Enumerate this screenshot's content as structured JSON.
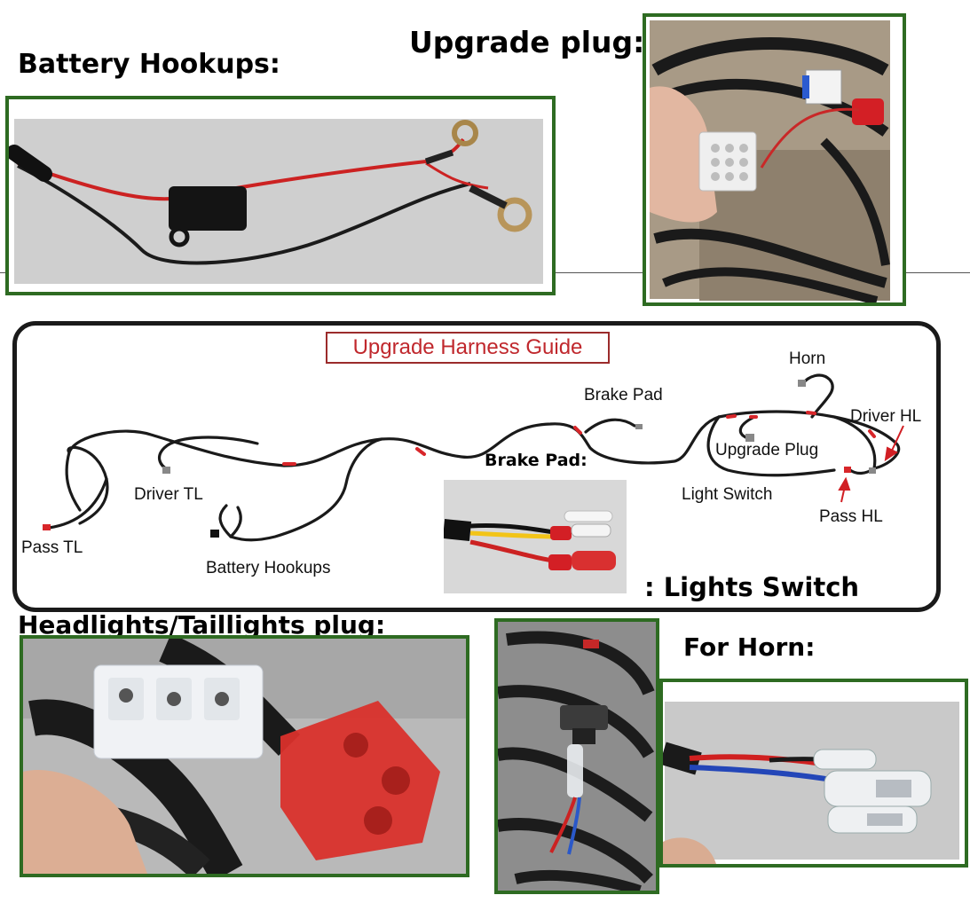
{
  "headings": {
    "battery": "Battery Hookups:",
    "upgrade": "Upgrade plug:",
    "headlights": "Headlights/Taillights plug:",
    "horn": "For Horn:",
    "brake_pad": "Brake Pad:",
    "lights_switch": ": Lights Switch"
  },
  "guide": {
    "title": "Upgrade Harness Guide",
    "labels": {
      "horn": "Horn",
      "brake_pad": "Brake Pad",
      "driver_hl": "Driver HL",
      "upgrade_plug": "Upgrade Plug",
      "light_switch": "Light Switch",
      "pass_hl": "Pass HL",
      "driver_tl": "Driver TL",
      "pass_tl": "Pass TL",
      "battery_hookups": "Battery Hookups"
    }
  },
  "colors": {
    "frame_green": "#2e6b22",
    "title_red": "#c0282d",
    "wire_black": "#1a1a1a",
    "wire_red": "#d8262a"
  }
}
